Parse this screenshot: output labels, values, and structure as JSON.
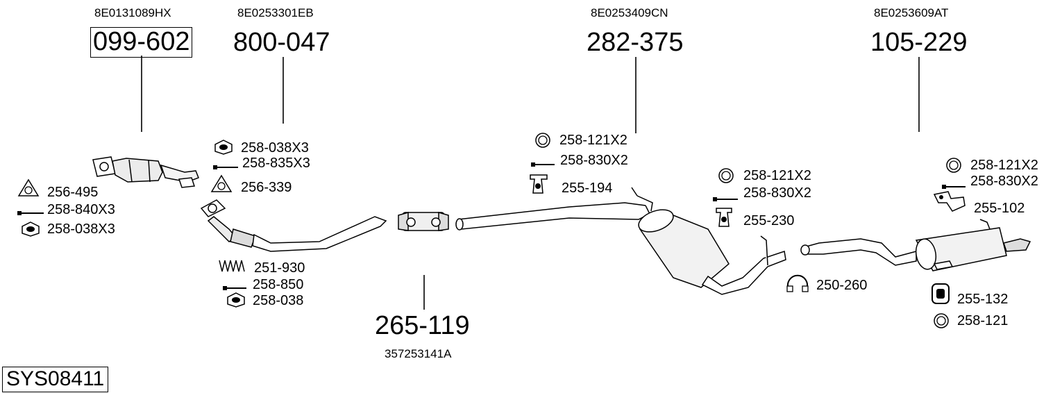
{
  "system_code": "SYS08411",
  "parts": [
    {
      "oe": "8E0131089HX",
      "number": "099-602"
    },
    {
      "oe": "8E0253301EB",
      "number": "800-047"
    },
    {
      "oe": "8E0253409CN",
      "number": "282-375"
    },
    {
      "oe": "8E0253609AT",
      "number": "105-229"
    },
    {
      "oe": "357253141A",
      "number": "265-119"
    }
  ],
  "fittings": {
    "group_a": [
      "256-495",
      "258-840X3",
      "258-038X3"
    ],
    "group_b": [
      "258-038X3",
      "258-835X3",
      "256-339"
    ],
    "group_c": [
      "251-930",
      "258-850",
      "258-038"
    ],
    "group_d": [
      "258-121X2",
      "258-830X2",
      "255-194"
    ],
    "group_e": [
      "258-121X2",
      "258-830X2",
      "255-230"
    ],
    "group_f": [
      "250-260"
    ],
    "group_g": [
      "258-121X2",
      "258-830X2",
      "255-102"
    ],
    "group_h": [
      "255-132",
      "258-121"
    ]
  },
  "icons": [
    "gasket-icon",
    "bolt-icon",
    "nut-icon",
    "spring-icon",
    "ring-icon",
    "hanger-bracket-icon",
    "clamp-icon",
    "rubber-mount-icon"
  ]
}
